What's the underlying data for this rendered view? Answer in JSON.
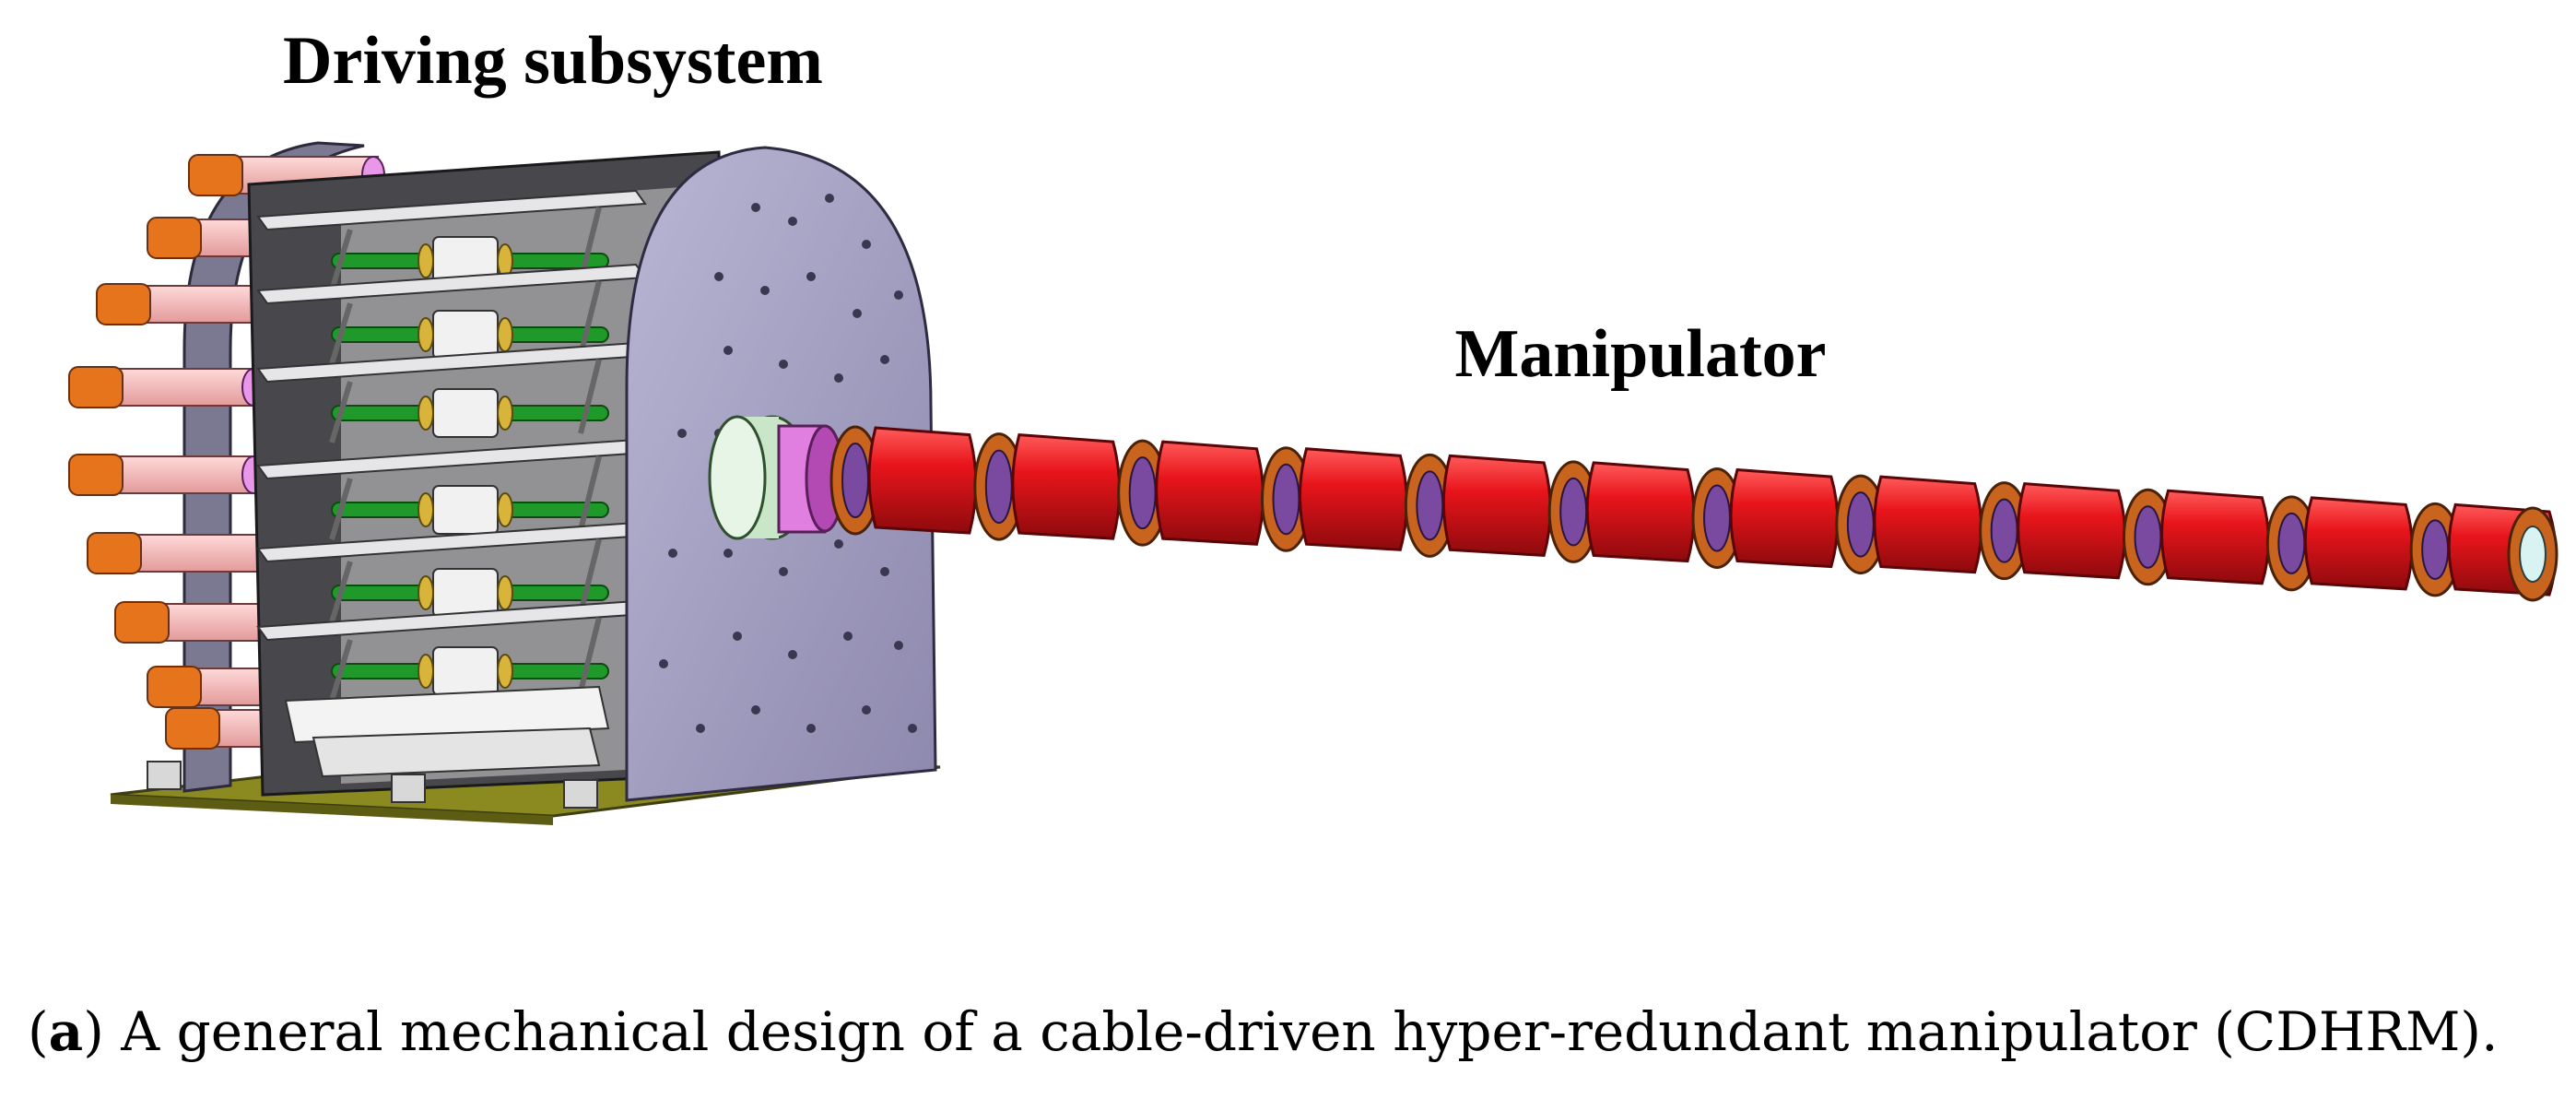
{
  "labels": {
    "driving_subsystem": "Driving subsystem",
    "manipulator": "Manipulator"
  },
  "caption": {
    "open_paren": "(",
    "tag": "a",
    "close_paren": ")",
    "text": " A general mechanical design of a cable-driven hyper-redundant manipulator (CDHRM)."
  },
  "colors": {
    "link_red": "#e8151b",
    "joint_orange": "#c8641e",
    "frame_lavender": "#a7a3c4",
    "shaft_green": "#1f9a2a",
    "motor_orange": "#e6741c",
    "motor_pink": "#f4c3c3",
    "base_olive": "#8a8a20"
  }
}
